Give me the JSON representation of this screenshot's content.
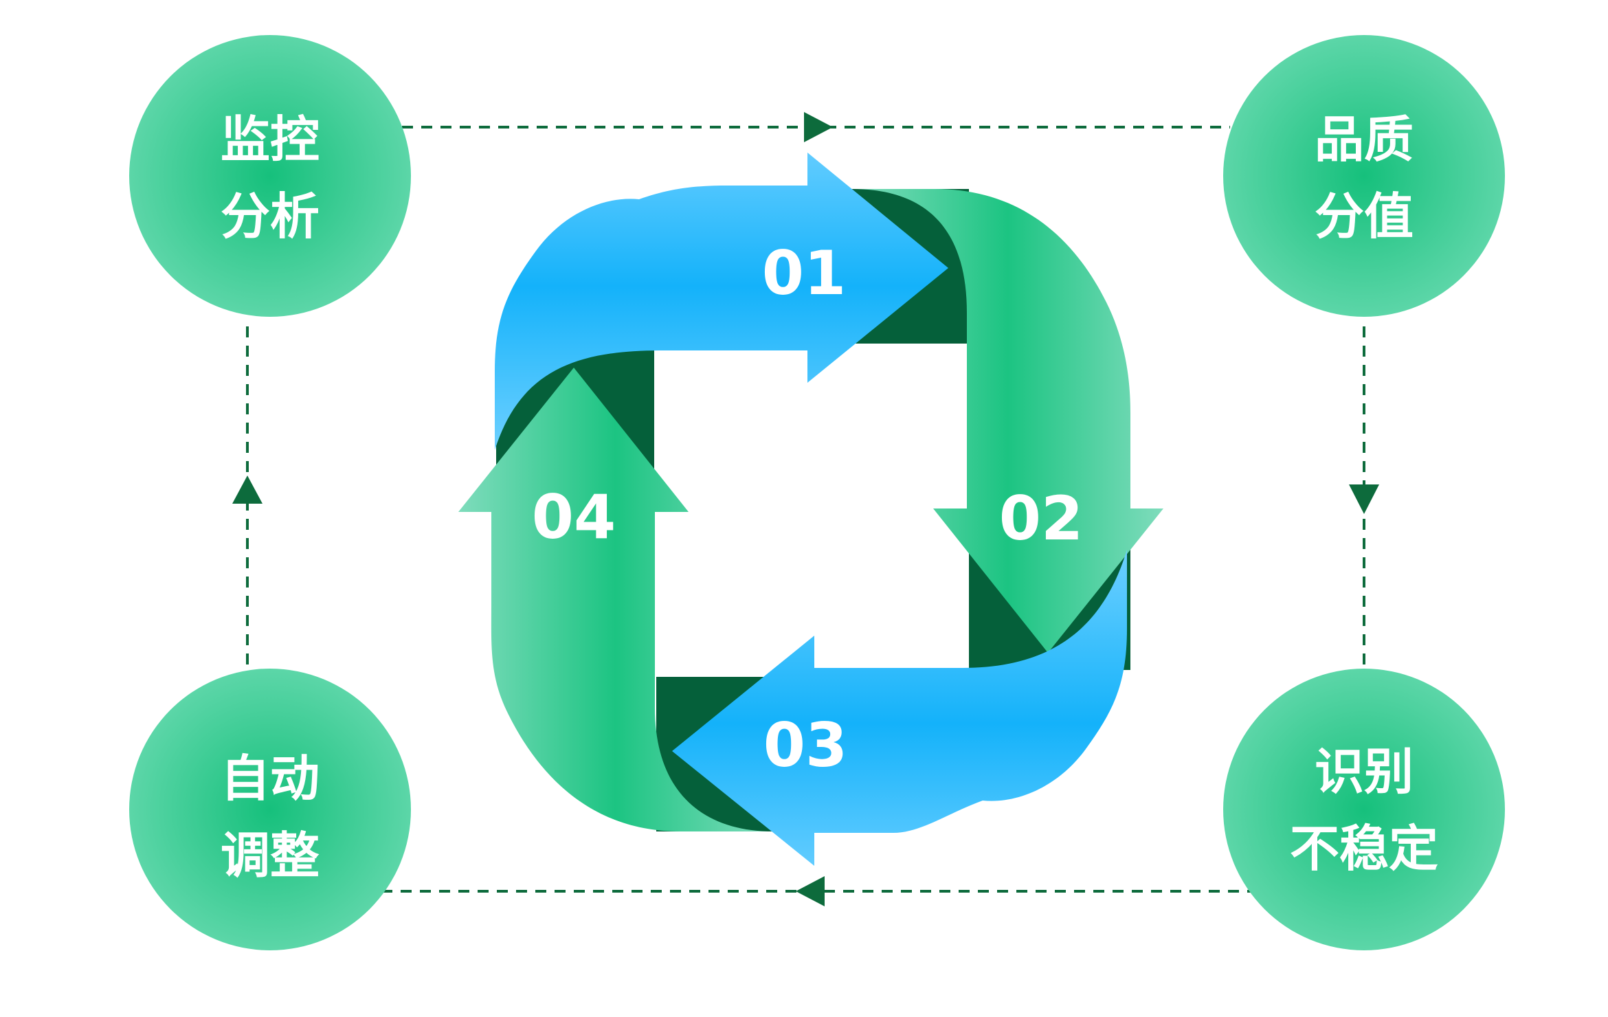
{
  "colors": {
    "blue_light": "#5cc8ff",
    "blue": "#18b4f8",
    "green_light": "#86ddc0",
    "green": "#1cc482",
    "dark_green": "#05603a",
    "dash": "#0d6b3c"
  },
  "nodes": [
    {
      "id": "monitor",
      "lines": [
        "监控",
        "分析"
      ]
    },
    {
      "id": "quality",
      "lines": [
        "品质",
        "分值"
      ]
    },
    {
      "id": "identify",
      "lines": [
        "识别",
        "不稳定"
      ]
    },
    {
      "id": "adjust",
      "lines": [
        "自动",
        "调整"
      ]
    }
  ],
  "cycle_steps": [
    {
      "label": "01",
      "color": "blue"
    },
    {
      "label": "02",
      "color": "green"
    },
    {
      "label": "03",
      "color": "blue"
    },
    {
      "label": "04",
      "color": "green"
    }
  ]
}
